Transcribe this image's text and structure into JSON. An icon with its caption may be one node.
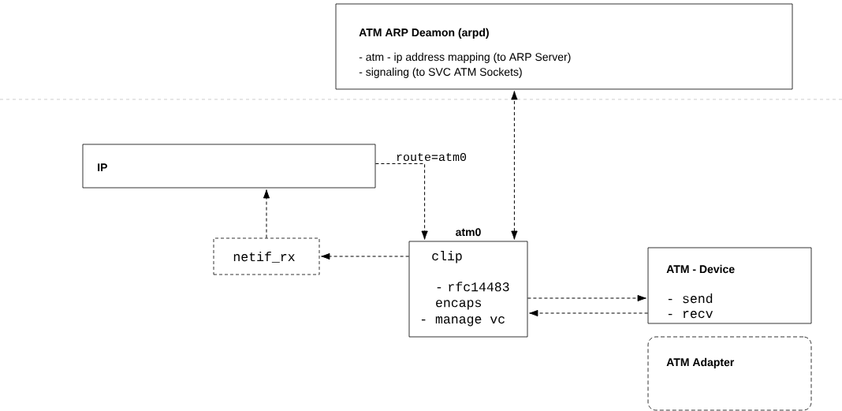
{
  "diagram": {
    "nodes": [
      {
        "text": [
          "ATM ARP Deamon (arpd)",
          "- atm - ip address mapping (to ARP Server)",
          "- signaling (to SVC ATM Sockets)"
        ]
      },
      {
        "text": [
          "IP"
        ]
      },
      {
        "text": [
          "netif_rx"
        ]
      },
      {
        "text": [
          "atm0",
          "clip",
          "- rfc14483 encaps",
          "- manage vc"
        ]
      },
      {
        "text": [
          "ATM - Device",
          "- send",
          "- recv"
        ]
      },
      {
        "text": [
          "ATM Adapter"
        ]
      }
    ],
    "edges": [
      {
        "from": 3,
        "to": 0,
        "arrow": "both",
        "style": "dashed"
      },
      {
        "from": 1,
        "to": 3,
        "arrow": "to",
        "style": "dashed",
        "label": "route=atm0"
      },
      {
        "from": 3,
        "to": 2,
        "arrow": "to",
        "style": "dashed"
      },
      {
        "from": 2,
        "to": 1,
        "arrow": "to",
        "style": "dashed"
      },
      {
        "from": 3,
        "to": 4,
        "arrow": "to",
        "style": "dashed"
      },
      {
        "from": 4,
        "to": 3,
        "arrow": "to",
        "style": "dashed"
      }
    ]
  }
}
